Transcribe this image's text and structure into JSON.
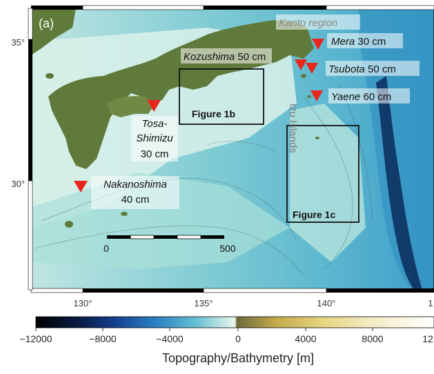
{
  "panel_label": "(a)",
  "region_label": "Kanto region",
  "axis": {
    "lat_ticks": [
      "35°",
      "30°"
    ],
    "lon_ticks": [
      "130°",
      "135°",
      "140°",
      "1"
    ]
  },
  "stations": [
    {
      "name": "Mera",
      "height": "30 cm"
    },
    {
      "name": "Kozushima",
      "height": "50 cm"
    },
    {
      "name": "Tsubota",
      "height": "50 cm"
    },
    {
      "name": "Yaene",
      "height": "60 cm"
    },
    {
      "name": "Tosa-",
      "name2": "Shimizu",
      "height": "30 cm"
    },
    {
      "name": "Nakanoshima",
      "height": "40 cm"
    }
  ],
  "figure_boxes": [
    "Figure 1b",
    "Figure 1c"
  ],
  "islands_label": "Izu Islands",
  "scalebar": {
    "start": "0",
    "end": "500"
  },
  "colorbar": {
    "ticks": [
      "−12000",
      "−8000",
      "−4000",
      "0",
      "4000",
      "8000",
      "12"
    ],
    "label": "Topography/Bathymetry [m]"
  },
  "colors": {
    "deep": "#0a2a5a",
    "mid": "#2f8fc0",
    "shallow": "#8fd3d8",
    "shelf": "#dff3ec",
    "land": "#5f7a3a",
    "marker": "#e8261c"
  }
}
